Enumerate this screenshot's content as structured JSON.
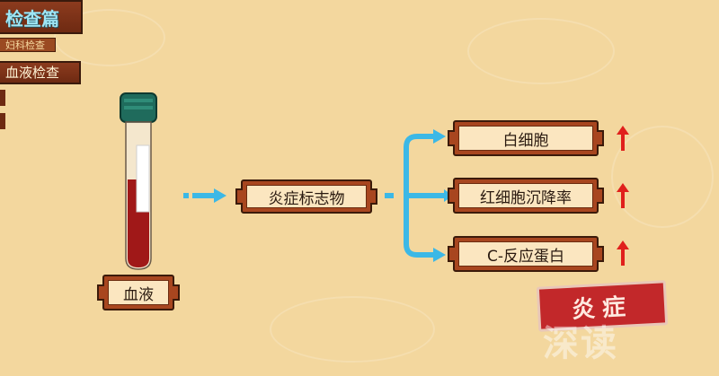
{
  "header": {
    "title": "检查篇",
    "subtitle": "妇科检查",
    "section": "血液检查"
  },
  "diagram": {
    "source_label": "血液",
    "middle_label": "炎症标志物",
    "markers": [
      {
        "label": "白细胞",
        "direction": "up"
      },
      {
        "label": "红细胞沉降率",
        "direction": "up"
      },
      {
        "label": "C-反应蛋白",
        "direction": "up"
      }
    ],
    "result_stamp": "炎症"
  },
  "watermark": "深读",
  "colors": {
    "arrow": "#3cb8e6",
    "up_arrow": "#e0201c",
    "stamp": "#c2282a",
    "plaque": "#a8461f",
    "blood": "#a01818"
  }
}
